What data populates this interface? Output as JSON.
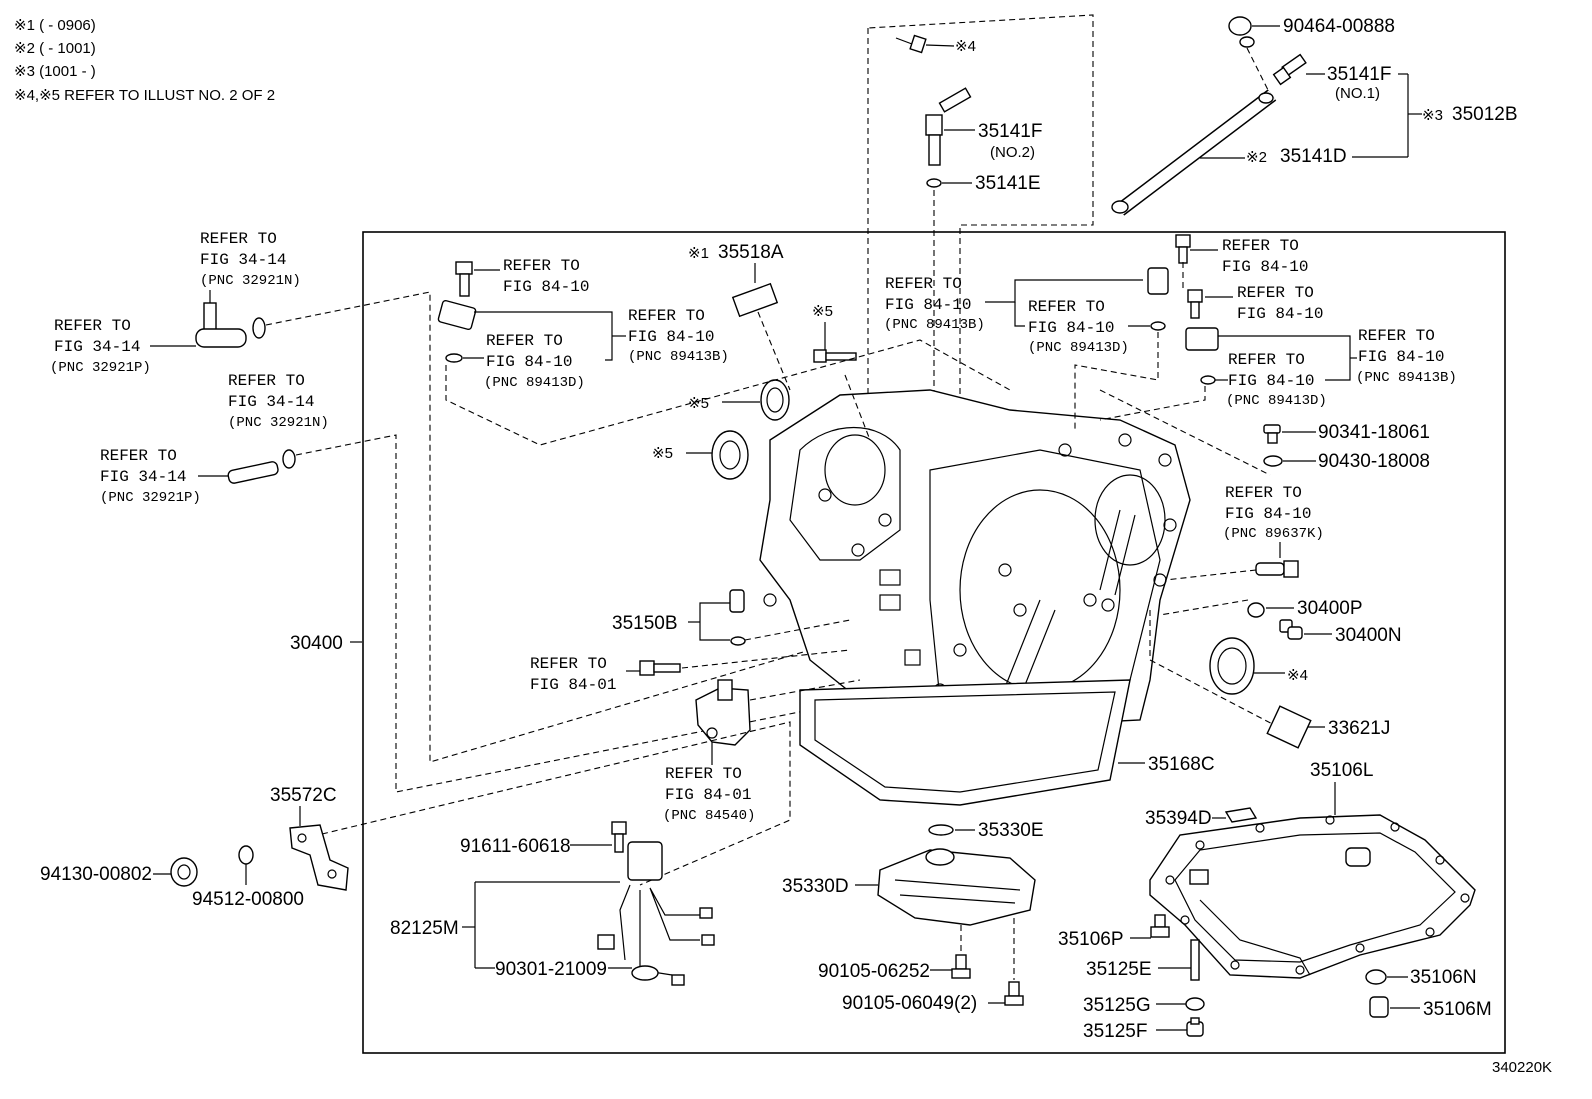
{
  "notes": [
    "※1 (       - 0906)",
    "※2 (       - 1001)",
    "※3 (1001 -       )",
    "※4,※5 REFER TO ILLUST NO. 2 OF 2"
  ],
  "illustration_number": "340220K",
  "part_numbers": {
    "p90464": "90464-00888",
    "p35141F_no1": "35141F",
    "p35141F_no1_sub": "(NO.1)",
    "p35012B_prefix": "※3",
    "p35012B": "35012B",
    "p35141D_prefix": "※2",
    "p35141D": "35141D",
    "p35141F_no2": "35141F",
    "p35141F_no2_sub": "(NO.2)",
    "p35141E": "35141E",
    "mark4_top": "※4",
    "p35518A_prefix": "※1",
    "p35518A": "35518A",
    "mark5_a": "※5",
    "mark5_b": "※5",
    "mark5_c": "※5",
    "p90341": "90341-18061",
    "p90430": "90430-18008",
    "p30400P": "30400P",
    "p30400N": "30400N",
    "mark4_right": "※4",
    "p33621J": "33621J",
    "p35168C": "35168C",
    "p35106L": "35106L",
    "p35394D": "35394D",
    "p35330E": "35330E",
    "p35330D": "35330D",
    "p90105a": "90105-06252",
    "p90105b": "90105-06049(2)",
    "p35106P": "35106P",
    "p35125E": "35125E",
    "p35125G": "35125G",
    "p35125F": "35125F",
    "p35106N": "35106N",
    "p35106M": "35106M",
    "p35150B": "35150B",
    "p30400": "30400",
    "p35572C": "35572C",
    "p94130": "94130-00802",
    "p94512": "94512-00800",
    "p91611": "91611-60618",
    "p82125M": "82125M",
    "p90301": "90301-21009"
  },
  "refs": {
    "r_3414_top": [
      "REFER TO",
      "FIG 34-14",
      "(PNC 32921N)"
    ],
    "r_3414_left": [
      "REFER TO",
      "FIG 34-14",
      "(PNC 32921P)"
    ],
    "r_3414_mid": [
      "REFER TO",
      "FIG 34-14",
      "(PNC 32921N)"
    ],
    "r_3414_low": [
      "REFER TO",
      "FIG 34-14",
      "(PNC 32921P)"
    ],
    "r_8410_a": [
      "REFER TO",
      "FIG 84-10"
    ],
    "r_8410_b": [
      "REFER TO",
      "FIG 84-10",
      "(PNC 89413B)"
    ],
    "r_8410_c": [
      "REFER TO",
      "FIG 84-10",
      "(PNC 89413D)"
    ],
    "r_8410_d": [
      "REFER TO",
      "FIG 84-10",
      "(PNC 89413B)"
    ],
    "r_8410_e": [
      "REFER TO",
      "FIG 84-10",
      "(PNC 89413D)"
    ],
    "r_8410_f": [
      "REFER TO",
      "FIG 84-10"
    ],
    "r_8410_g": [
      "REFER TO",
      "FIG 84-10"
    ],
    "r_8410_h": [
      "REFER TO",
      "FIG 84-10",
      "(PNC 89413B)"
    ],
    "r_8410_i": [
      "REFER TO",
      "FIG 84-10",
      "(PNC 89413D)"
    ],
    "r_8410_j": [
      "REFER TO",
      "FIG 84-10",
      "(PNC 89637K)"
    ],
    "r_8401_a": [
      "REFER TO",
      "FIG 84-01"
    ],
    "r_8401_b": [
      "REFER TO",
      "FIG 84-01",
      "(PNC 84540)"
    ]
  }
}
